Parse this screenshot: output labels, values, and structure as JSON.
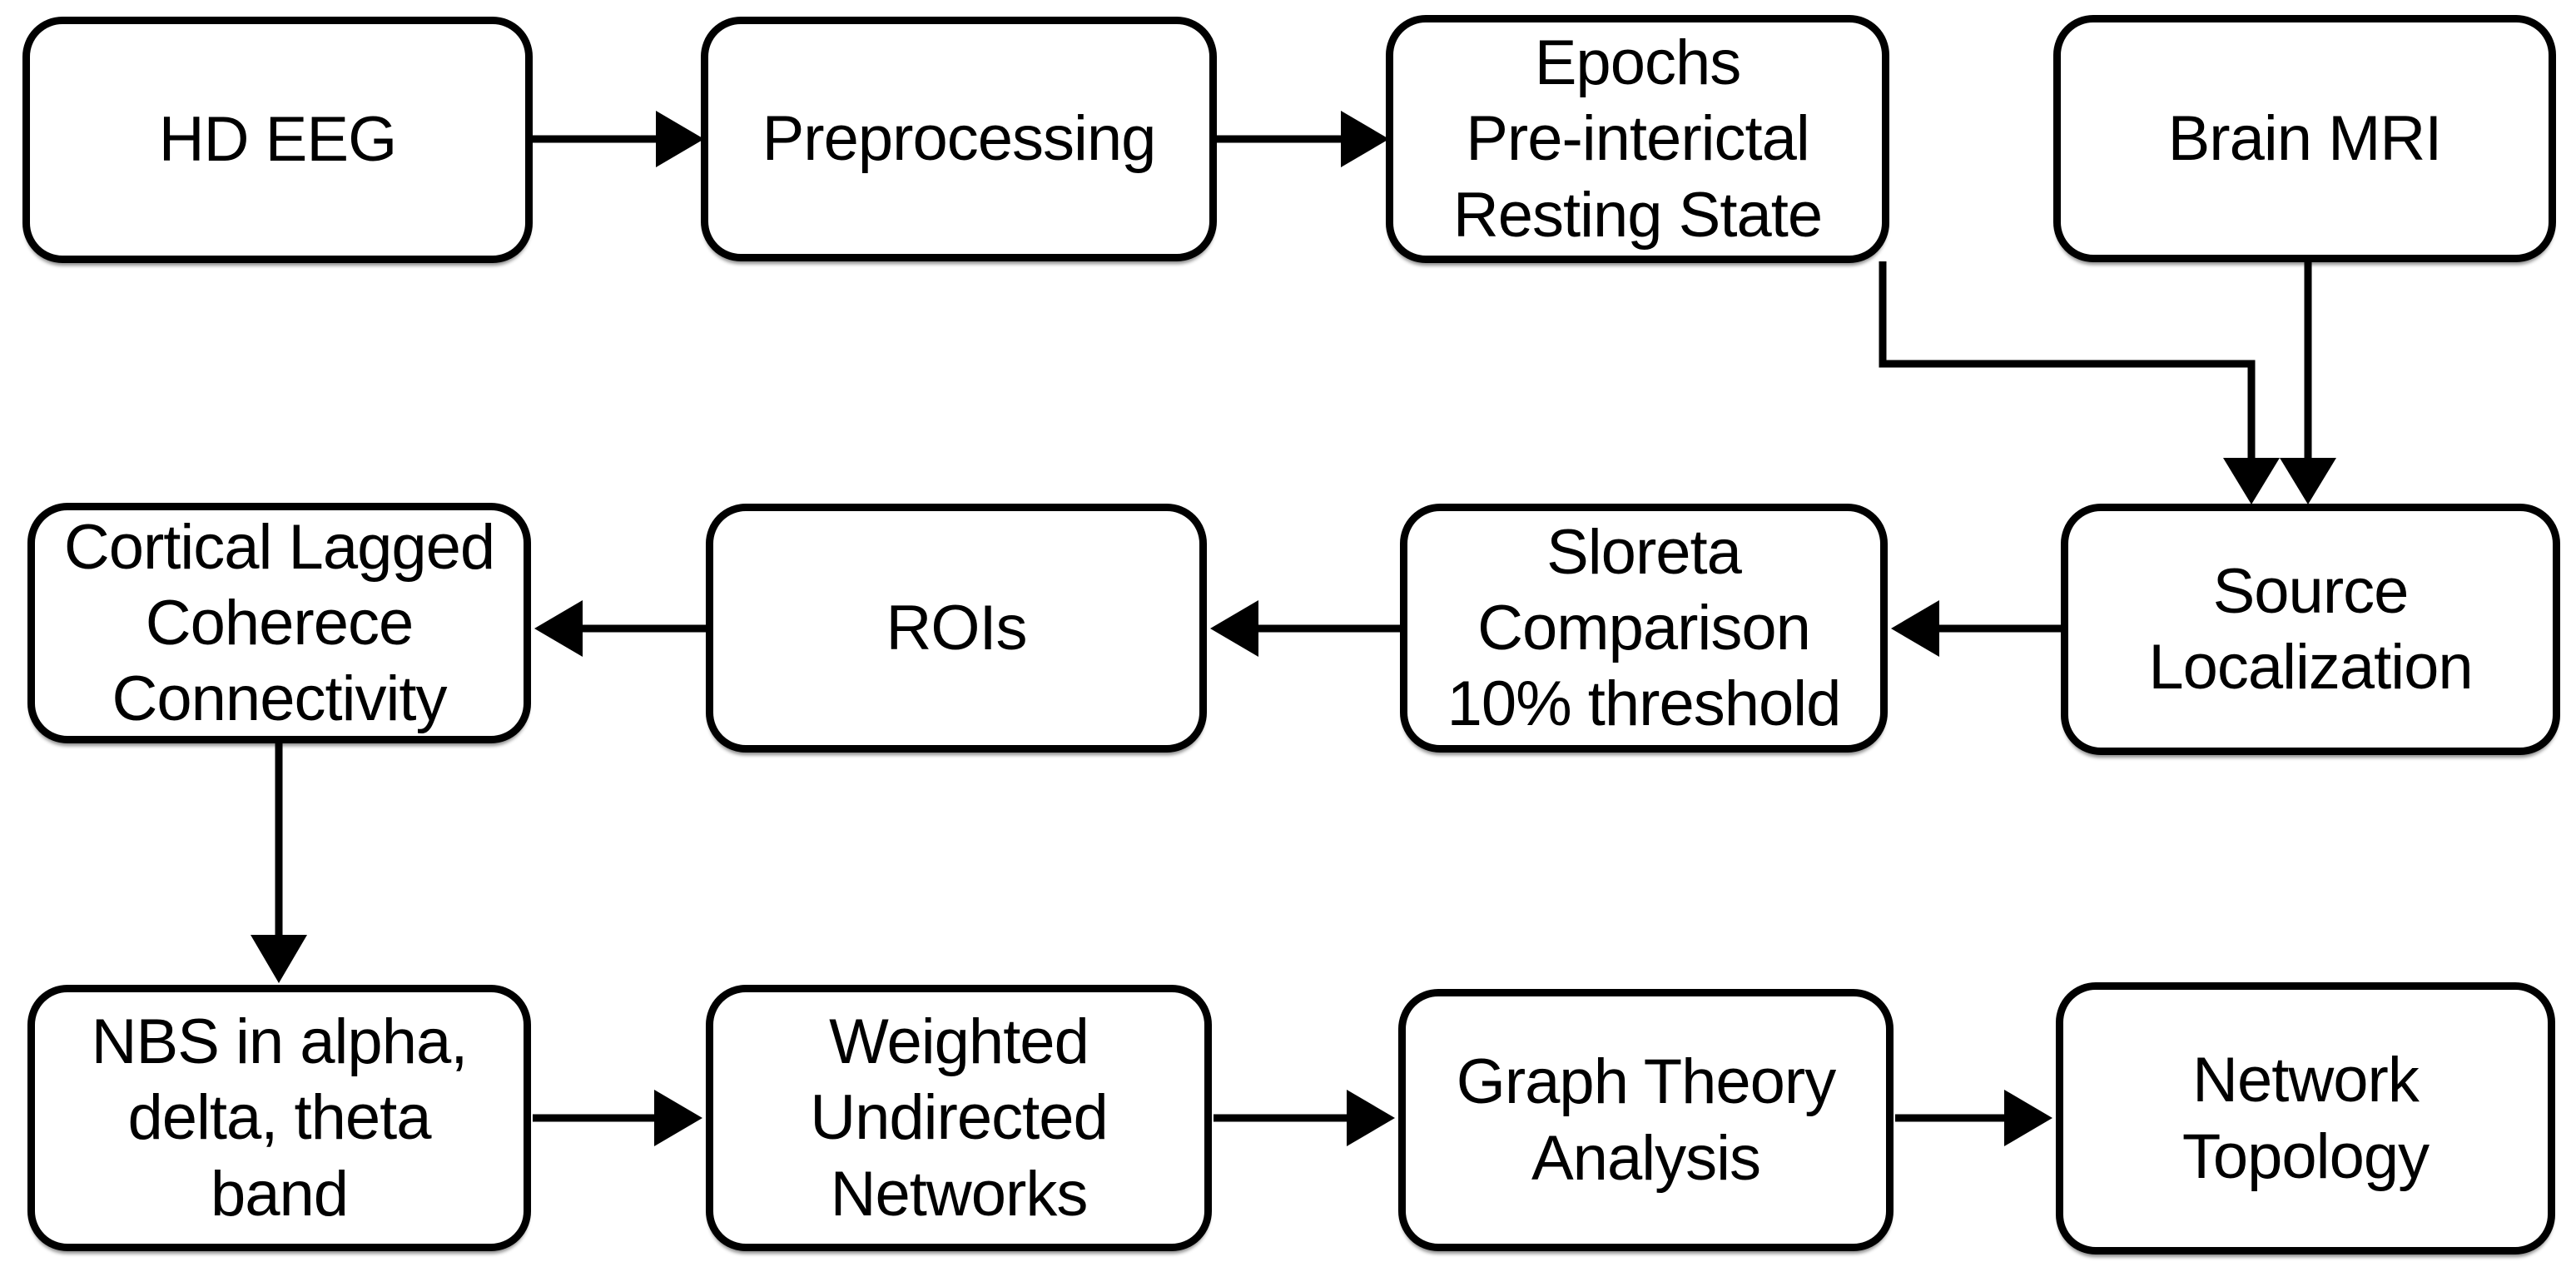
{
  "theme": {
    "ink": "#000000",
    "background": "#ffffff"
  },
  "diagram_type": "flowchart",
  "nodes": {
    "hd_eeg": {
      "label": "HD EEG"
    },
    "preprocessing": {
      "label": "Preprocessing"
    },
    "epochs": {
      "label": "Epochs\nPre-interictal\nResting State"
    },
    "brain_mri": {
      "label": "Brain MRI"
    },
    "cortical": {
      "label": "Cortical Lagged\nCoherece\nConnectivity"
    },
    "rois": {
      "label": "ROIs"
    },
    "sloreta": {
      "label": "Sloreta\nComparison\n10% threshold"
    },
    "source": {
      "label": "Source\nLocalization"
    },
    "nbs": {
      "label": "NBS in alpha,\ndelta, theta\nband"
    },
    "weighted": {
      "label": "Weighted\nUndirected\nNetworks"
    },
    "graph": {
      "label": "Graph Theory\nAnalysis"
    },
    "network": {
      "label": "Network\nTopology"
    }
  },
  "edges": [
    {
      "from": "HD EEG",
      "to": "Preprocessing"
    },
    {
      "from": "Preprocessing",
      "to": "Epochs Pre-interictal Resting State"
    },
    {
      "from": "Epochs Pre-interictal Resting State",
      "to": "Source Localization"
    },
    {
      "from": "Brain MRI",
      "to": "Source Localization"
    },
    {
      "from": "Source Localization",
      "to": "Sloreta Comparison 10% threshold"
    },
    {
      "from": "Sloreta Comparison 10% threshold",
      "to": "ROIs"
    },
    {
      "from": "ROIs",
      "to": "Cortical Lagged Coherece Connectivity"
    },
    {
      "from": "Cortical Lagged Coherece Connectivity",
      "to": "NBS in alpha, delta, theta band"
    },
    {
      "from": "NBS in alpha, delta, theta band",
      "to": "Weighted Undirected Networks"
    },
    {
      "from": "Weighted Undirected Networks",
      "to": "Graph Theory Analysis"
    },
    {
      "from": "Graph Theory Analysis",
      "to": "Network Topology"
    }
  ]
}
